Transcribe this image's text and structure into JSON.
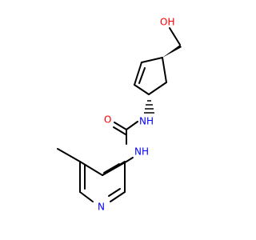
{
  "molecule": {
    "atoms": {
      "hydroxyl": "OH",
      "nh_upper": "NH",
      "carbonyl_o": "O",
      "nh_lower": "NH",
      "pyridine_n": "N"
    },
    "colors": {
      "bond": "#000000",
      "oxygen": "#ff0000",
      "nitrogen": "#0000ff"
    }
  }
}
